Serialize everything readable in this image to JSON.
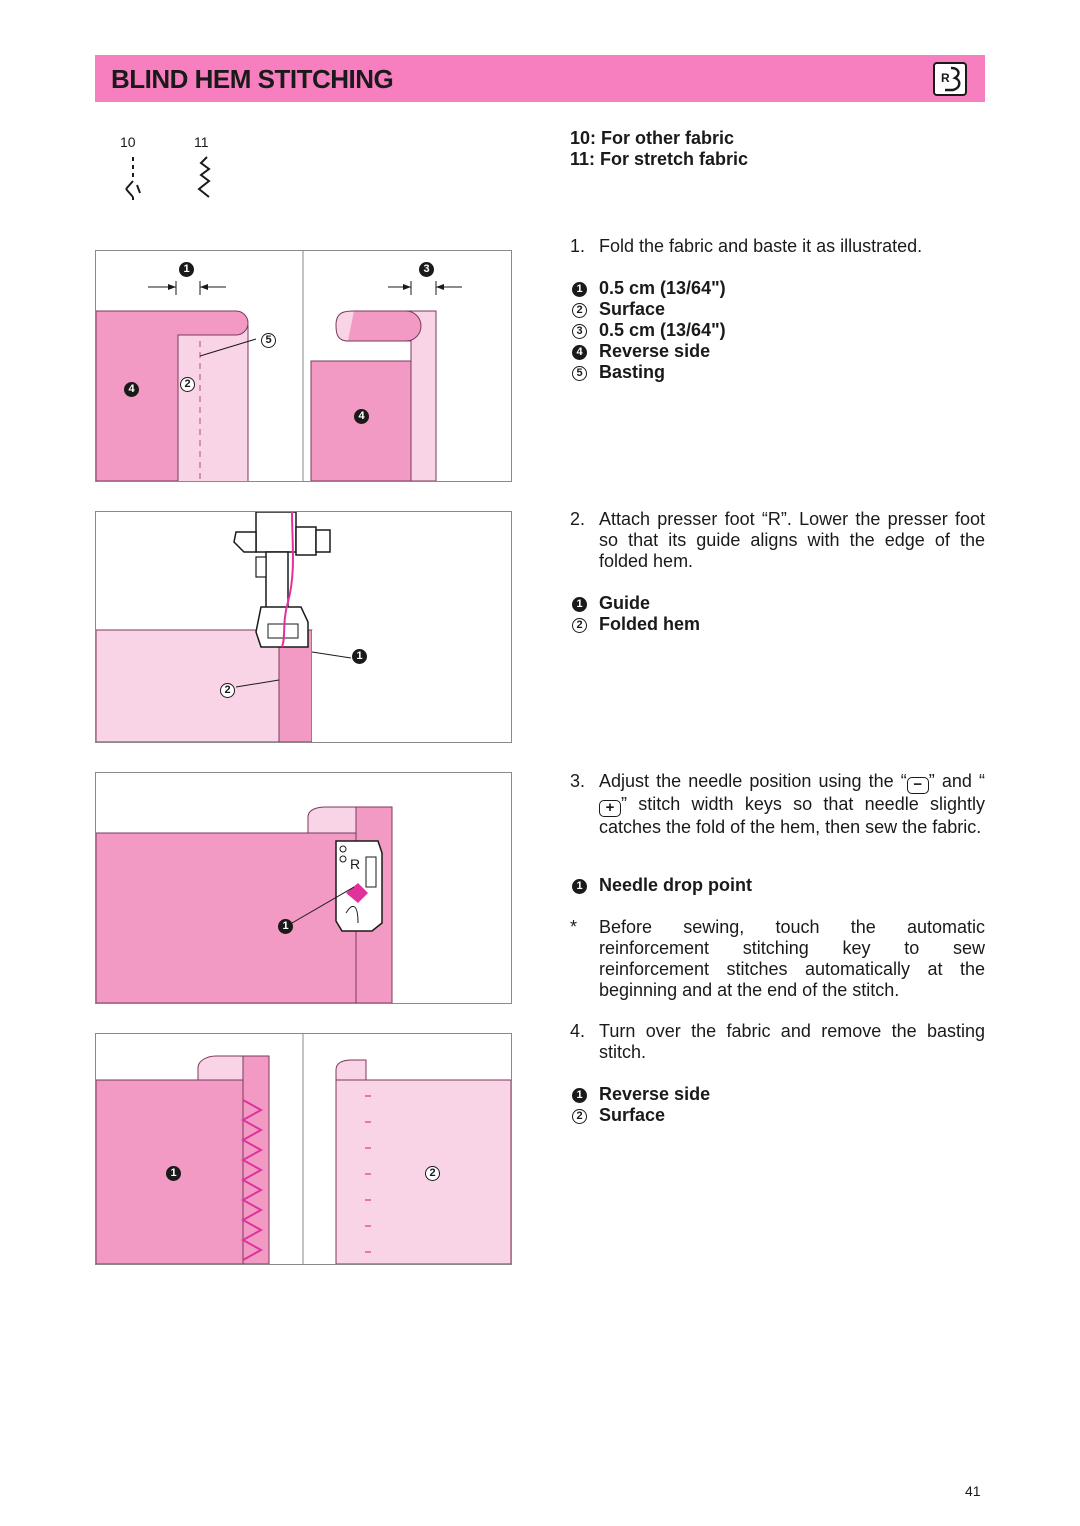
{
  "header": {
    "title": "BLIND HEM STITCHING",
    "icon": "presser-foot-r-icon"
  },
  "stitches": {
    "label_10": "10",
    "label_11": "11"
  },
  "patterns": {
    "p10": "10: For other fabric",
    "p11": "11: For stretch fabric"
  },
  "step1": {
    "num": "1.",
    "text": "Fold the fabric and baste it as illustrated.",
    "legend": [
      {
        "marker": "1",
        "label": "0.5 cm (13/64\")"
      },
      {
        "marker": "2",
        "label": "Surface"
      },
      {
        "marker": "3",
        "label": "0.5 cm (13/64\")"
      },
      {
        "marker": "4",
        "label": "Reverse side"
      },
      {
        "marker": "5",
        "label": "Basting"
      }
    ],
    "figure_labels": {
      "a": "1",
      "b": "3",
      "c": "5",
      "d": "4",
      "e": "2",
      "f": "4"
    }
  },
  "step2": {
    "num": "2.",
    "text": "Attach presser foot “R”. Lower the presser foot so that its guide aligns with the edge of the folded hem.",
    "legend": [
      {
        "marker": "1",
        "label": "Guide"
      },
      {
        "marker": "2",
        "label": "Folded hem"
      }
    ],
    "figure_labels": {
      "a": "1",
      "b": "2"
    }
  },
  "step3": {
    "num": "3.",
    "text_a": "Adjust the needle position using the “",
    "text_b": "” and “",
    "text_c": "” stitch width keys so that needle slightly catches the fold of the hem, then sew the fabric.",
    "key_minus": "−",
    "key_plus": "+",
    "legend": [
      {
        "marker": "1",
        "label": "Needle drop point"
      }
    ],
    "note_marker": "*",
    "note": "Before sewing, touch the automatic reinforcement stitching key to sew reinforcement stitches automatically at the beginning and at the end of the stitch.",
    "figure_labels": {
      "a": "1",
      "foot": "R"
    }
  },
  "step4": {
    "num": "4.",
    "text": "Turn over the fabric and remove the basting stitch.",
    "legend": [
      {
        "marker": "1",
        "label": "Reverse side"
      },
      {
        "marker": "2",
        "label": "Surface"
      }
    ],
    "figure_labels": {
      "a": "1",
      "b": "2"
    }
  },
  "page": {
    "number": "41"
  },
  "colors": {
    "banner": "#f77fbf",
    "fabric_dark": "#f299c4",
    "fabric_light": "#f9d4e6",
    "thread": "#e0329a"
  }
}
